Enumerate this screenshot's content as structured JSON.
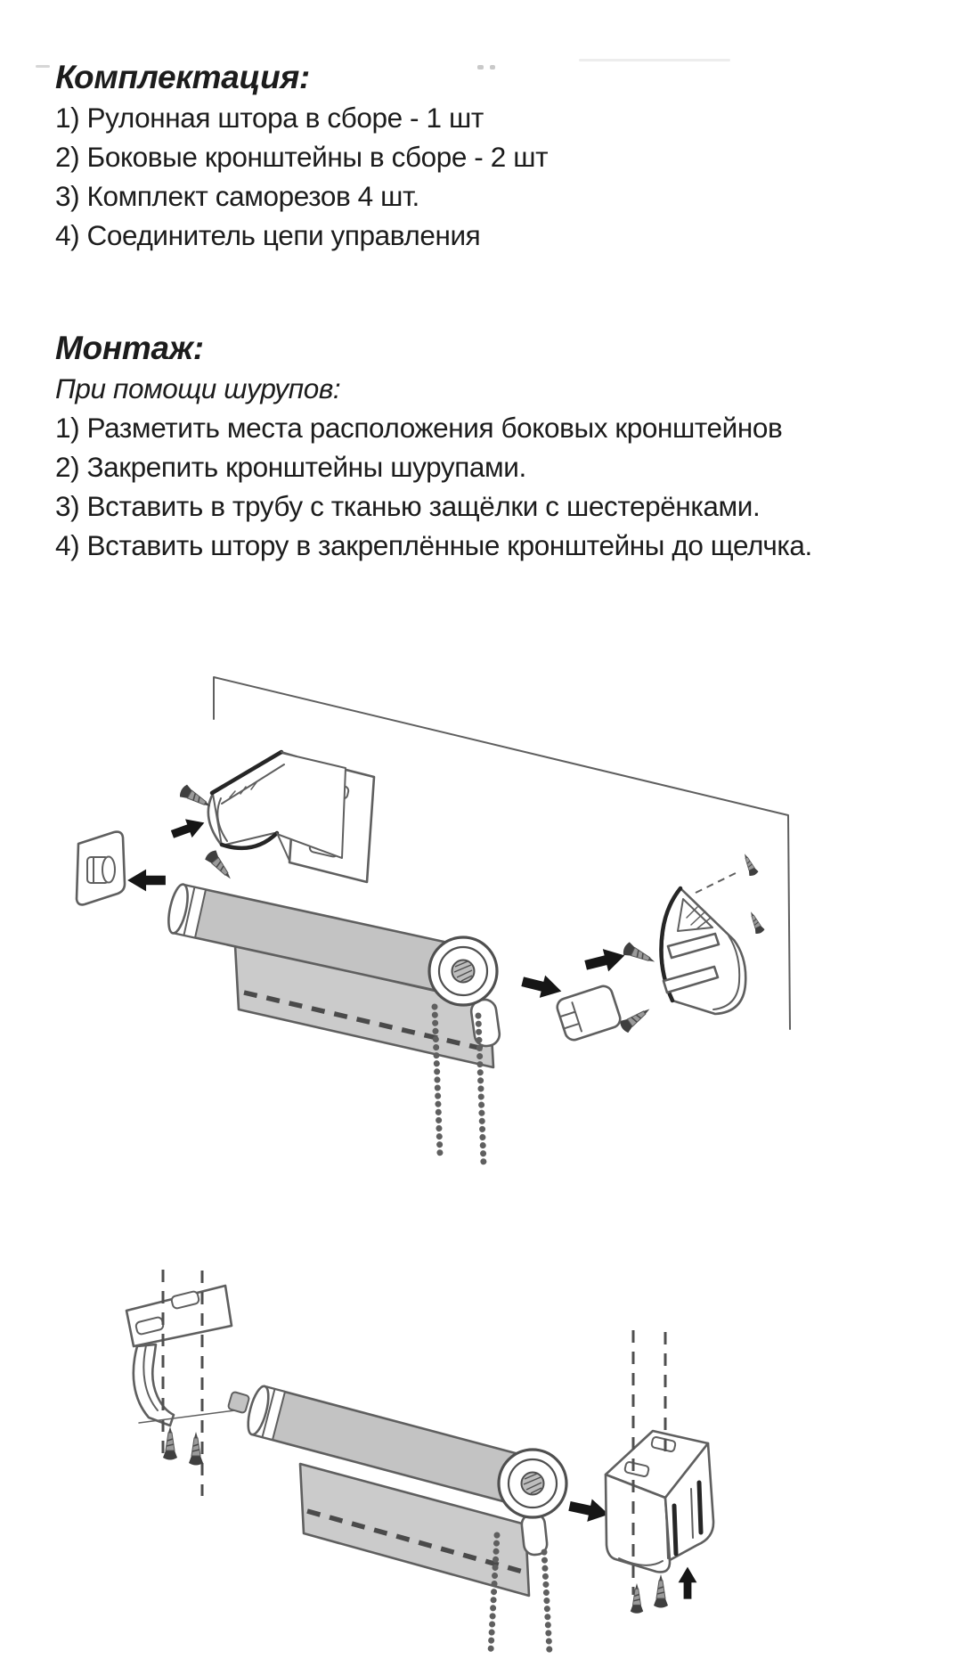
{
  "kit_section": {
    "heading": "Комплектация:",
    "items": [
      "1) Рулонная штора в сборе - 1 шт",
      "2) Боковые кронштейны в сборе - 2 шт",
      "3) Комплект саморезов 4 шт.",
      "4) Соединитель цепи управления"
    ]
  },
  "installation_section": {
    "heading": "Монтаж:",
    "method": "При помощи шурупов:",
    "steps": [
      "1) Разметить места расположения боковых кронштейнов",
      "2) Закрепить кронштейны шурупами.",
      "3) Вставить в трубу с тканью защёлки с шестерёнками.",
      "4) Вставить штору в закреплённые кронштейны до щелчка."
    ]
  },
  "colors": {
    "paper": "#ffffff",
    "ink": "#1c1c1c",
    "line": "#5f5f5f",
    "bold_line": "#262626",
    "tube_gray": "#c3c3c3",
    "fabric_gray": "#cbcbcb",
    "arrow_black": "#161616"
  }
}
